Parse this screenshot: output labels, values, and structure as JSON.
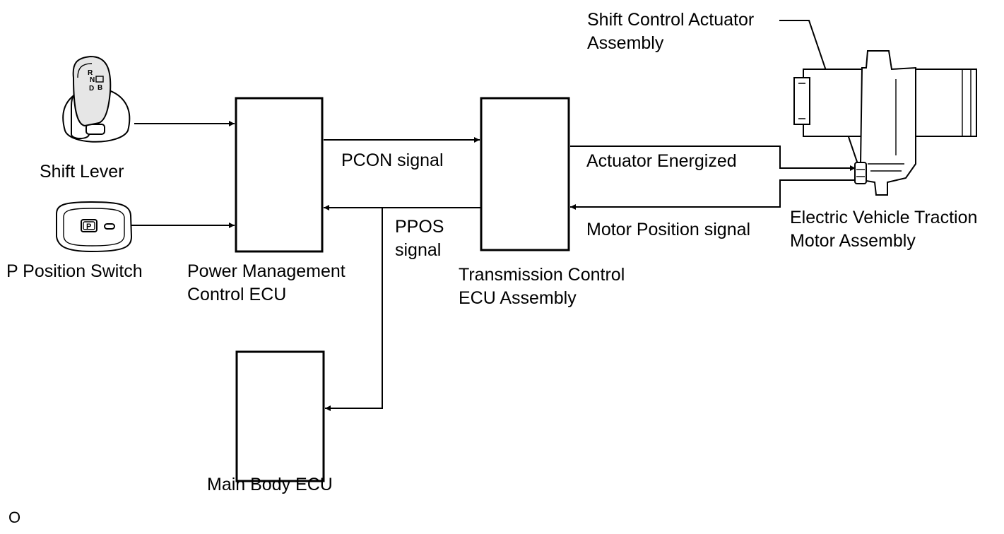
{
  "components": {
    "shift_lever": "Shift Lever",
    "p_position_switch": "P Position Switch",
    "power_mgmt_ecu": [
      "Power Management",
      "Control ECU"
    ],
    "main_body_ecu": "Main Body ECU",
    "transmission_ecu": [
      "Transmission Control",
      "ECU Assembly"
    ],
    "actuator": [
      "Shift Control Actuator",
      "Assembly"
    ],
    "traction_motor": [
      "Electric Vehicle Traction",
      "Motor Assembly"
    ]
  },
  "signals": {
    "pcon": "PCON signal",
    "ppos": [
      "PPOS",
      "signal"
    ],
    "actuator_energized": "Actuator Energized",
    "motor_position": "Motor Position signal"
  },
  "shift_glyphs": {
    "r": "R",
    "n": "N",
    "d": "D",
    "b": "B"
  },
  "switch_glyph": "P",
  "footer_mark": "O"
}
